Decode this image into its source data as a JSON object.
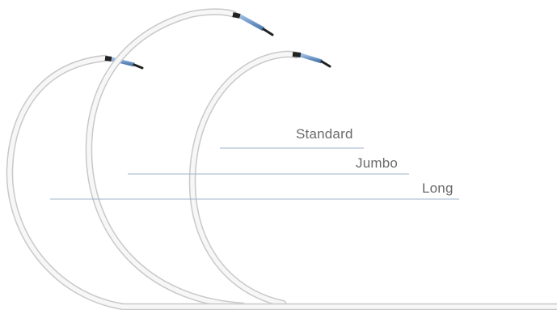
{
  "labels": {
    "standard": "Standard",
    "jumbo": "Jumbo",
    "long": "Long"
  },
  "colors": {
    "background": "#ffffff",
    "tube_outline": "#c9c9c9",
    "tube_fill": "#f7f7f7",
    "tip_blue": "#6f98c7",
    "tip_black": "#222222",
    "leader_line": "#9fb4cc",
    "label_text": "#6a6a6a"
  }
}
